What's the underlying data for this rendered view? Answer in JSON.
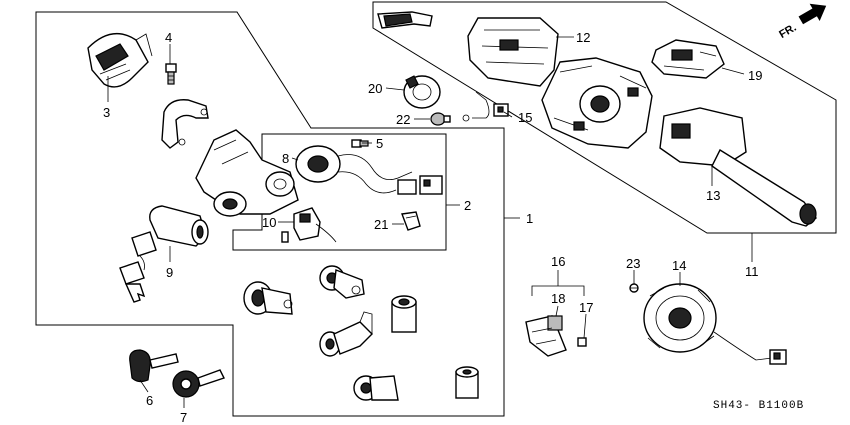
{
  "diagram": {
    "callouts": [
      "1",
      "2",
      "3",
      "4",
      "5",
      "6",
      "7",
      "8",
      "9",
      "10",
      "11",
      "12",
      "13",
      "14",
      "15",
      "16",
      "17",
      "18",
      "19",
      "20",
      "21",
      "22",
      "23"
    ],
    "direction_label": "FR.",
    "code": "SH43- B1100B"
  }
}
